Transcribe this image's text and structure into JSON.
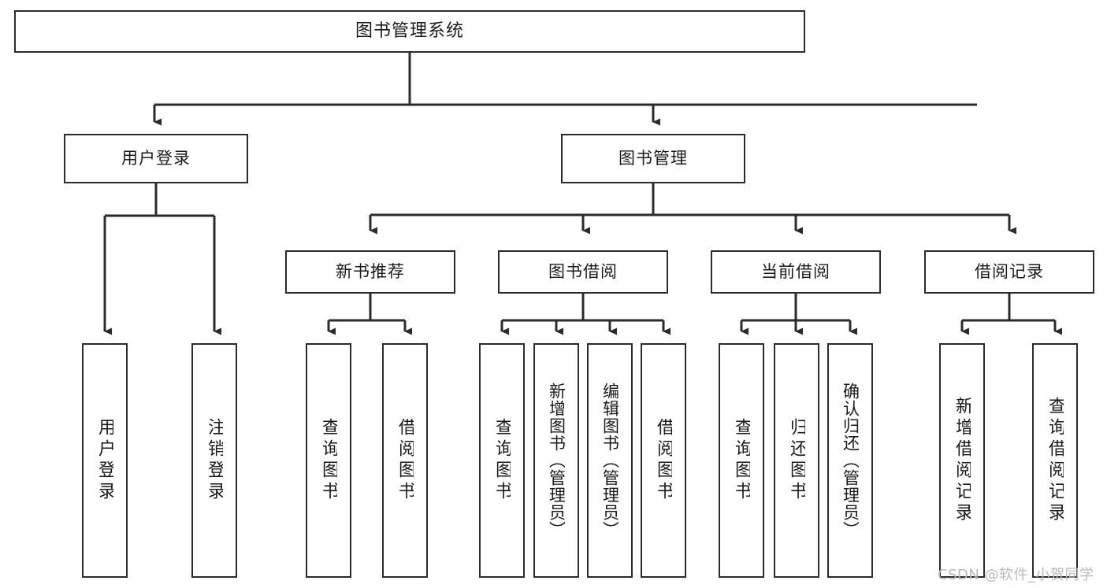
{
  "diagram": {
    "title": "图书管理系统",
    "type": "tree-hierarchy",
    "watermark": "CSDN @软件_小贺同学",
    "colors": {
      "background": "#ffffff",
      "box_border": "#2b2b2b",
      "edge": "#2b2b2b",
      "text": "#1a1a1a",
      "watermark": "#b9b9b9"
    },
    "nodes": {
      "root": {
        "label": "图书管理系统"
      },
      "level2": [
        {
          "id": "user-login",
          "label": "用户登录"
        },
        {
          "id": "book-management",
          "label": "图书管理"
        }
      ],
      "level3": [
        {
          "id": "new-book-recommend",
          "label": "新书推荐"
        },
        {
          "id": "book-borrow",
          "label": "图书借阅"
        },
        {
          "id": "current-borrow",
          "label": "当前借阅"
        },
        {
          "id": "borrow-record",
          "label": "借阅记录"
        }
      ],
      "leaves": {
        "user_login": [
          {
            "id": "leaf-user-login",
            "label": "用户登录"
          },
          {
            "id": "leaf-logout-login",
            "label": "注销登录"
          }
        ],
        "new_book_recommend": [
          {
            "id": "leaf-query-book-1",
            "label": "查询图书"
          },
          {
            "id": "leaf-borrow-book-1",
            "label": "借阅图书"
          }
        ],
        "book_borrow": [
          {
            "id": "leaf-query-book-2",
            "label": "查询图书"
          },
          {
            "id": "leaf-add-book-admin",
            "label": "新增图书（管理员）"
          },
          {
            "id": "leaf-edit-book-admin",
            "label": "编辑图书（管理员）"
          },
          {
            "id": "leaf-borrow-book-2",
            "label": "借阅图书"
          }
        ],
        "current_borrow": [
          {
            "id": "leaf-query-book-3",
            "label": "查询图书"
          },
          {
            "id": "leaf-return-book",
            "label": "归还图书"
          },
          {
            "id": "leaf-confirm-return-admin",
            "label": "确认归还（管理员）"
          }
        ],
        "borrow_record": [
          {
            "id": "leaf-add-borrow-record",
            "label": "新增借阅记录"
          },
          {
            "id": "leaf-query-borrow-record",
            "label": "查询借阅记录"
          }
        ]
      }
    }
  }
}
